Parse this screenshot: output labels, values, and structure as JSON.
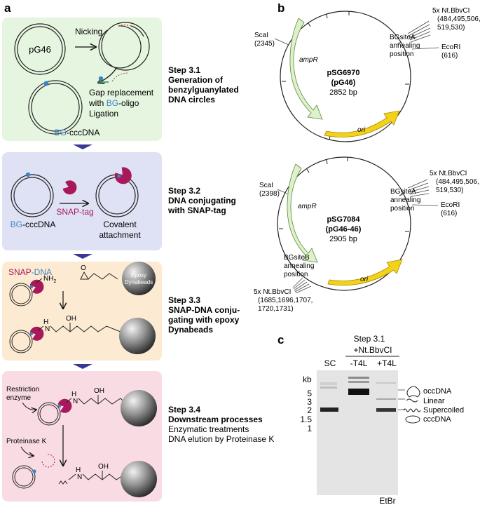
{
  "panel_labels": {
    "a": "a",
    "b": "b",
    "c": "c"
  },
  "colors": {
    "step1_bg": "#e6f5df",
    "step2_bg": "#dfe2f4",
    "step3_bg": "#fcebd2",
    "step4_bg": "#f9dbe3",
    "arrow": "#3b3893",
    "bg_blue": "#3b82c4",
    "snap": "#a8185a",
    "ampR": "#dff0cc",
    "ori": "#f3d21a",
    "gel_bg": "#e4e4e4"
  },
  "step1": {
    "pG46": "pG46",
    "nicking": "Nicking",
    "gap_pre": "Gap replacement",
    "gap_with": "with ",
    "gap_bg": "BG",
    "gap_oligo": "-oligo",
    "ligation": "Ligation",
    "bg": "BG",
    "cccdna": "-cccDNA",
    "title1": "Step 3.1",
    "title2": "Generation of",
    "title3": "benzylguanylated",
    "title4": "DNA circles"
  },
  "step2": {
    "bg": "BG",
    "cccdna": "-cccDNA",
    "snap_tag": "SNAP-tag",
    "covalent": "Covalent",
    "attachment": "attachment",
    "title1": "Step 3.2",
    "title2": "DNA conjugating",
    "title3": "with SNAP-tag"
  },
  "step3": {
    "snap": "SNAP",
    "dna": "-DNA",
    "nh2": "NH",
    "sub2": "2",
    "o": "O",
    "bead_l1": "Epoxy",
    "bead_l2": "Dynabeads",
    "h": "H",
    "n": "N",
    "oh": "OH",
    "title1": "Step 3.3",
    "title2": "SNAP-DNA conju-",
    "title3": "gating with epoxy",
    "title4": "Dynabeads"
  },
  "step4": {
    "restriction": "Restriction",
    "enzyme": "enzyme",
    "proteinase": "Proteinase K",
    "h": "H",
    "n": "N",
    "oh": "OH",
    "title1": "Step 3.4",
    "title2": "Downstream processes",
    "line3": "Enzymatic treatments",
    "line4": "DNA elution by Proteinase K"
  },
  "plasmid1": {
    "name": "pSG6970",
    "alias": "(pG46)",
    "size": "2852 bp",
    "ampR": "ampR",
    "ori": "ori",
    "scai": "ScaI",
    "scai_pos": "(2345)",
    "nt1": "5x Nt.BbvCI",
    "nt2": "(484,495,506,",
    "nt3": "519,530)",
    "bgsite1": "BGsiteA",
    "bgsite2": "annealing",
    "bgsite3": "position",
    "ecori": "EcoRI",
    "ecori_pos": "(616)"
  },
  "plasmid2": {
    "name": "pSG7084",
    "alias": "(pG46-46)",
    "size": "2905 bp",
    "ampR": "ampR",
    "ori": "ori",
    "scai": "ScaI",
    "scai_pos": "(2398)",
    "nt1": "5x Nt.BbvCI",
    "nt2": "(484,495,506,",
    "nt3": "519,530)",
    "bgsiteA1": "BGsiteA",
    "bgsiteA2": "annealing",
    "bgsiteA3": "position",
    "ecori": "EcoRI",
    "ecori_pos": "(616)",
    "bgsiteB1": "BGsiteB",
    "bgsiteB2": "annealing",
    "bgsiteB3": "position",
    "ntB1": "5x Nt.BbvCI",
    "ntB2": "(1685,1696,1707,",
    "ntB3": "1720,1731)"
  },
  "gel": {
    "step": "Step 3.1",
    "enzyme": "+Nt.BbvCI",
    "lane1": "SC",
    "lane2": "-T4L",
    "lane3": "+T4L",
    "kb": "kb",
    "m5": "5",
    "m3": "3",
    "m2": "2",
    "m15": "1.5",
    "m1": "1",
    "occdna": "occDNA",
    "linear": "Linear",
    "supercoiled": "Supercoiled",
    "cccdna": "cccDNA",
    "stain": "EtBr"
  }
}
